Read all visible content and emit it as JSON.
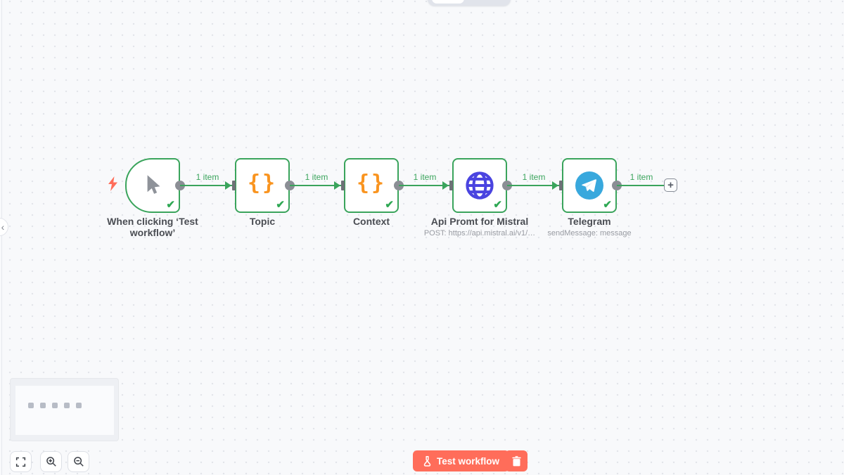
{
  "nodes": [
    {
      "title": "When clicking ‘Test workflow’",
      "icon": "cursor-icon",
      "status": "success"
    },
    {
      "title": "Topic",
      "icon": "braces-icon",
      "status": "success"
    },
    {
      "title": "Context",
      "icon": "braces-icon",
      "status": "success"
    },
    {
      "title": "Api Promt for Mistral",
      "subtitle": "POST: https://api.mistral.ai/v1/…",
      "icon": "globe-icon",
      "status": "success"
    },
    {
      "title": "Telegram",
      "subtitle": "sendMessage: message",
      "icon": "telegram-icon",
      "status": "success"
    }
  ],
  "connections": [
    {
      "label": "1 item"
    },
    {
      "label": "1 item"
    },
    {
      "label": "1 item"
    },
    {
      "label": "1 item"
    },
    {
      "label": "1 item"
    }
  ],
  "footer": {
    "test_button_label": "Test workflow"
  },
  "icons": {
    "trigger_bolt": "lightning-bolt-icon",
    "add_node": "plus-icon",
    "sidebar_toggle": "chevron-left-icon",
    "fit_view": "fit-view-icon",
    "zoom_in": "zoom-in-icon",
    "zoom_out": "zoom-out-icon",
    "test_button": "flask-icon",
    "delete_button": "trash-icon"
  },
  "colors": {
    "success_green": "#3aa45c",
    "braces_orange": "#f9941f",
    "globe_indigo": "#4a44e0",
    "telegram_blue": "#38a8dd",
    "primary_coral": "#ff6d5a",
    "canvas_bg": "#f8f9fb"
  }
}
